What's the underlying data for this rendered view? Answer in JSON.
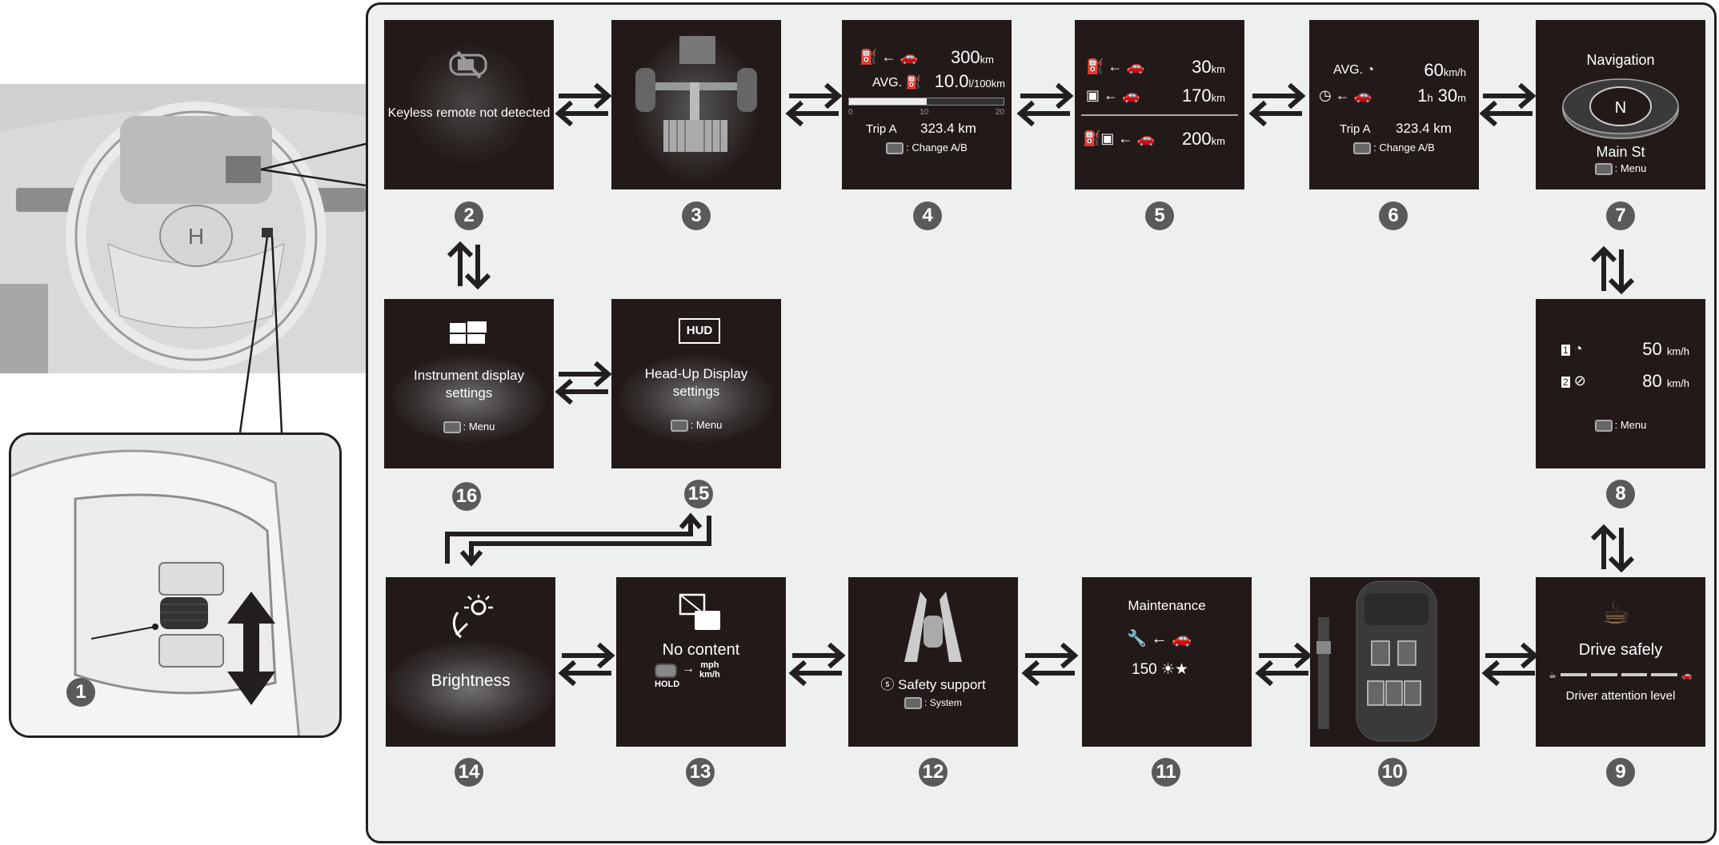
{
  "panels": {
    "p2": {
      "number": "2",
      "text": "Keyless remote not detected"
    },
    "p3": {
      "number": "3"
    },
    "p4": {
      "number": "4",
      "range": "300",
      "range_unit": "km",
      "avg_label": "AVG.",
      "avg": "10.0",
      "avg_unit": "l/100km",
      "gauge_ticks": [
        "0",
        "10",
        "20"
      ],
      "gauge_fraction": 0.5,
      "trip_label": "Trip A",
      "trip": "323.4 km",
      "hint": ": Change A/B"
    },
    "p5": {
      "number": "5",
      "fuel_range": "30",
      "battery_range": "170",
      "total_range": "200",
      "unit": "km"
    },
    "p6": {
      "number": "6",
      "avg_label": "AVG.",
      "avg_speed": "60",
      "speed_unit": "km/h",
      "time_h": "1",
      "h": "h",
      "time_m": "30",
      "m": "m",
      "trip_label": "Trip A",
      "trip": "323.4 km",
      "hint": ": Change A/B"
    },
    "p7": {
      "number": "7",
      "title": "Navigation",
      "compass": "N",
      "street": "Main St",
      "hint": ": Menu"
    },
    "p8": {
      "number": "8",
      "speed1": "50",
      "speed2": "80",
      "unit": "km/h",
      "badge1": "1",
      "badge2": "2",
      "hint": ": Menu"
    },
    "p9": {
      "number": "9",
      "title": "Drive safely",
      "subtitle": "Driver attention level"
    },
    "p10": {
      "number": "10"
    },
    "p11": {
      "number": "11",
      "title": "Maintenance",
      "value": "150"
    },
    "p12": {
      "number": "12",
      "title": "Safety support",
      "hint": ": System"
    },
    "p13": {
      "number": "13",
      "title": "No content",
      "hold": "HOLD",
      "mph": "mph",
      "kmh": "km/h"
    },
    "p14": {
      "number": "14",
      "title": "Brightness"
    },
    "p15": {
      "number": "15",
      "icon_label": "HUD",
      "title_line1": "Head-Up Display",
      "title_line2": "settings",
      "hint": ": Menu"
    },
    "p16": {
      "number": "16",
      "title_line1": "Instrument display",
      "title_line2": "settings",
      "hint": ": Menu"
    }
  },
  "illustration": {
    "callout": "1"
  },
  "colors": {
    "panel": "#221a19",
    "frame": "#eef0ef",
    "badge": "#5a5a5a"
  }
}
